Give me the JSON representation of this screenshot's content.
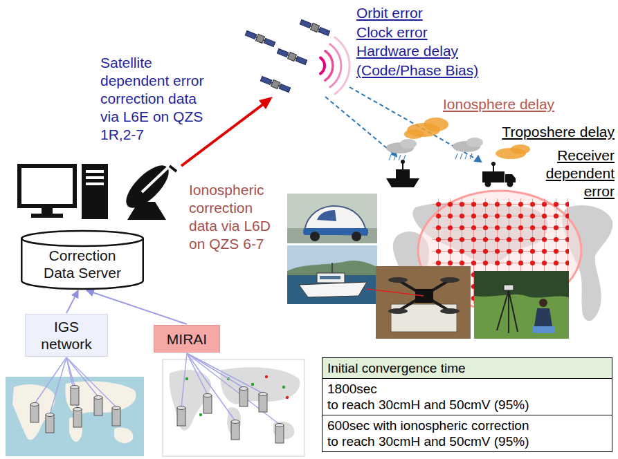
{
  "diagram": {
    "nodes": [
      {
        "text": [
          "Correction Data Server"
        ]
      },
      {
        "text": [
          "IGS network"
        ]
      },
      {
        "text": [
          "MIRAI"
        ]
      }
    ],
    "edges": [
      {
        "from": 1,
        "to": 0,
        "arrow": "to"
      },
      {
        "from": 2,
        "to": 0,
        "arrow": "to"
      }
    ],
    "labels": [
      "Orbit error",
      "Clock error",
      "Hardware delay",
      "(Code/Phase Bias)",
      "Satellite dependent error correction data via L6E on QZS 1R,2-7",
      "Ionospheric correction data via L6D on QZS 6-7",
      "Ionosphere delay",
      "Troposhere delay",
      "Receiver dependent error",
      "Initial convergence time",
      "1800sec",
      "to reach 30cmH and 50cmV (95%)",
      "600sec with ionospheric correction",
      "to reach 30cmH and 50cmV (95%)"
    ]
  }
}
